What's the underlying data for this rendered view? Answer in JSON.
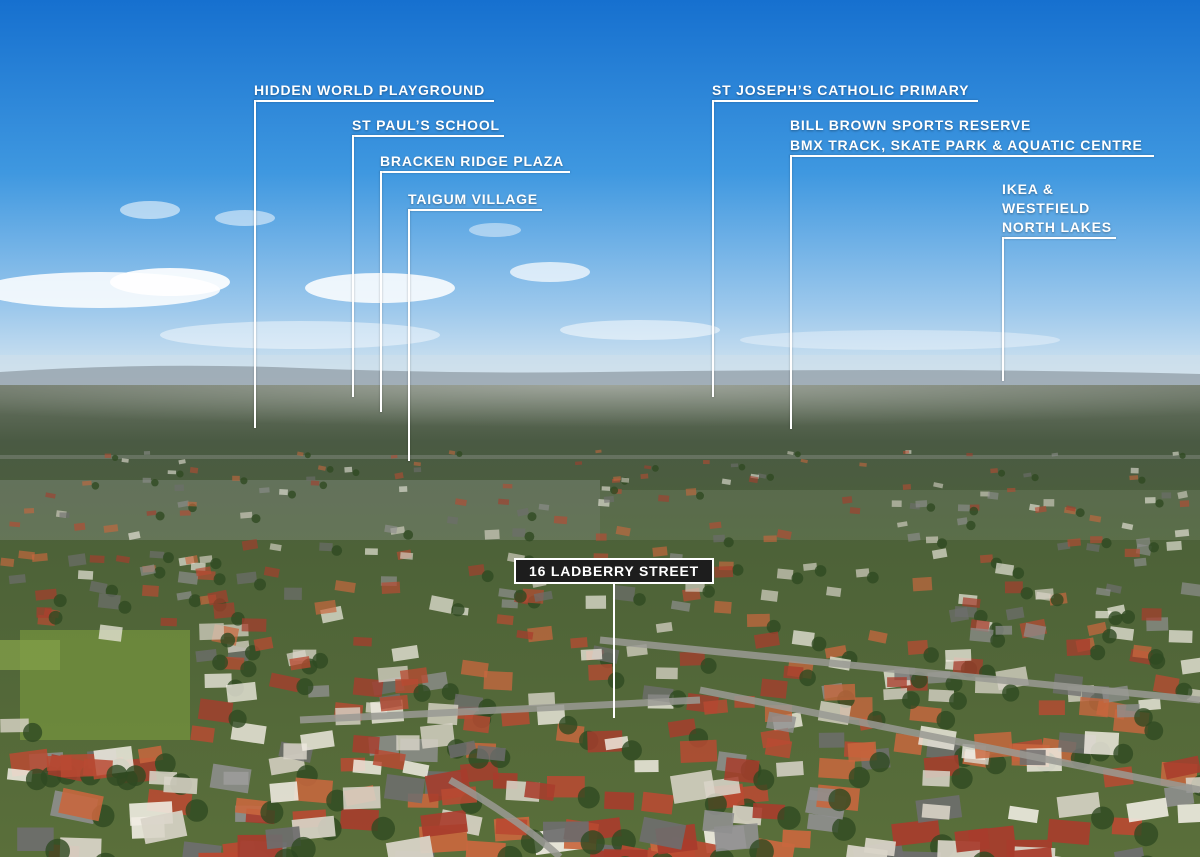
{
  "photo": {
    "sky_top": "#1a78d4",
    "sky_horizon": "#dbe8f0",
    "land_far": "#4d5a4a",
    "land_near": "#5e7a3c",
    "roof_colors": [
      "#b94a32",
      "#c9673e",
      "#8f8f8f",
      "#d9d4c8",
      "#6e6e6e",
      "#a83c2c",
      "#f0ece2"
    ]
  },
  "callouts": [
    {
      "text": "HIDDEN WORLD PLAYGROUND"
    },
    {
      "text": "ST PAUL’S SCHOOL"
    },
    {
      "text": "BRACKEN RIDGE PLAZA"
    },
    {
      "text": "TAIGUM VILLAGE"
    },
    {
      "text": "ST JOSEPH’S CATHOLIC PRIMARY"
    },
    {
      "line1": "BILL BROWN SPORTS RESERVE",
      "line2": "BMX TRACK, SKATE PARK & AQUATIC CENTRE"
    },
    {
      "line1": "IKEA &",
      "line2": "WESTFIELD",
      "line3": "NORTH LAKES"
    }
  ],
  "property": {
    "label": "16 LADBERRY STREET"
  }
}
